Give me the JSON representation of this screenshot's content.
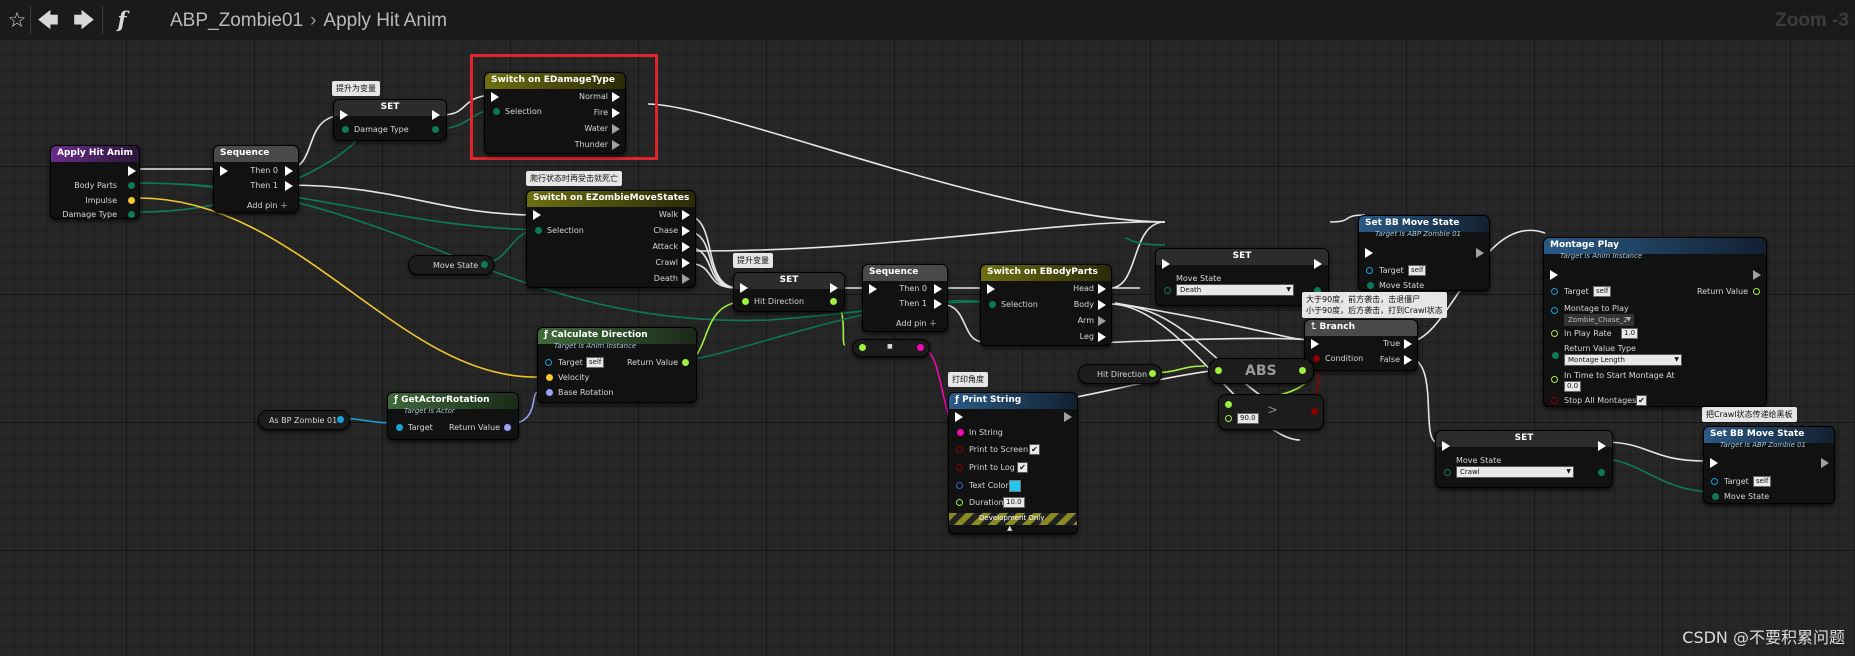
{
  "toolbar": {
    "icons": [
      "star-icon",
      "back-arrow-icon",
      "forward-arrow-icon",
      "function-icon"
    ],
    "breadcrumb": [
      "ABP_Zombie01",
      "Apply Hit Anim"
    ],
    "zoom_label": "Zoom -3"
  },
  "colors": {
    "exec": "#ffffff",
    "enum": "#0c7a5a",
    "float": "#9ef03e",
    "vector": "#f3c82f",
    "rotator": "#9ca0f8",
    "object": "#16a4d8",
    "string": "#f00ab0",
    "bool": "#8a0000",
    "linear_color": "#3a64d8",
    "red_highlight": "#e0242b"
  },
  "nodes": {
    "apply_hit_anim": {
      "title": "Apply Hit Anim",
      "pins": [
        "Body Parts",
        "Impulse",
        "Damage Type"
      ]
    },
    "sequence1": {
      "title": "Sequence",
      "then0": "Then 0",
      "then1": "Then 1",
      "add": "Add pin"
    },
    "set1": {
      "title": "SET",
      "pin": "Damage Type",
      "comment": "提升为变量"
    },
    "switch_damage": {
      "title": "Switch on EDamageType",
      "selection": "Selection",
      "outs": [
        "Normal",
        "Fire",
        "Water",
        "Thunder"
      ]
    },
    "switch_move": {
      "title": "Switch on EZombieMoveStates",
      "selection": "Selection",
      "outs": [
        "Walk",
        "Chase",
        "Attack",
        "Crawl",
        "Death"
      ],
      "comment": "爬行状态时再受击就死亡"
    },
    "move_state_getter": {
      "label": "Move State"
    },
    "set_death": {
      "title": "SET",
      "pin": "Move State",
      "value": "Death"
    },
    "set_bb1": {
      "title": "Set BB Move State",
      "sub": "Target is ABP Zombie 01",
      "target": "Target",
      "self": "self",
      "move": "Move State"
    },
    "montage": {
      "title": "Montage Play",
      "sub": "Target is Anim Instance",
      "target": "Target",
      "self": "self",
      "ret": "Return Value",
      "mtp": "Montage to Play",
      "mtp_val": "Zombie_Chase_2",
      "rate": "In Play Rate",
      "rate_val": "1.0",
      "rvt": "Return Value Type",
      "rvt_val": "Montage Length",
      "time": "In Time to Start Montage At",
      "time_val": "0.0",
      "stop": "Stop All Montages"
    },
    "set_hitdir": {
      "title": "SET",
      "pin": "Hit Direction",
      "comment": "提升变量"
    },
    "sequence2": {
      "title": "Sequence",
      "then0": "Then 0",
      "then1": "Then 1",
      "add": "Add pin"
    },
    "switch_body": {
      "title": "Switch on EBodyParts",
      "selection": "Selection",
      "outs": [
        "Head",
        "Body",
        "Arm",
        "Leg"
      ]
    },
    "branch": {
      "title": "Branch",
      "cond": "Condition",
      "t": "True",
      "f": "False",
      "comment_line1": "大于90度，前方袭击，击退僵尸",
      "comment_line2": "小于90度，后方袭击，打到Crawl状态"
    },
    "calc_dir": {
      "title": "Calculate Direction",
      "sub": "Target is Anim Instance",
      "target": "Target",
      "self": "self",
      "ret": "Return Value",
      "vel": "Velocity",
      "base": "Base Rotation"
    },
    "get_rot": {
      "title": "GetActorRotation",
      "sub": "Target is Actor",
      "target": "Target",
      "ret": "Return Value"
    },
    "as_bp": {
      "label": "As BP Zombie 01"
    },
    "hit_dir_getter": {
      "label": "Hit Direction"
    },
    "abs": {
      "label": "ABS"
    },
    "compare": {
      "op": ">",
      "val": "90.0"
    },
    "to_string": {
      "label": "■"
    },
    "print": {
      "title": "Print String",
      "comment": "打印角度",
      "in": "In String",
      "screen": "Print to Screen",
      "log": "Print to Log",
      "color": "Text Color",
      "dur": "Duration",
      "dur_val": "10.0",
      "dev": "Development Only"
    },
    "set_crawl": {
      "title": "SET",
      "pin": "Move State",
      "value": "Crawl"
    },
    "set_bb2": {
      "title": "Set BB Move State",
      "sub": "Target is ABP Zombie 01",
      "target": "Target",
      "self": "self",
      "move": "Move State",
      "comment": "把Crawl状态传递给黑板"
    }
  },
  "watermark": "CSDN @不要积累问题"
}
